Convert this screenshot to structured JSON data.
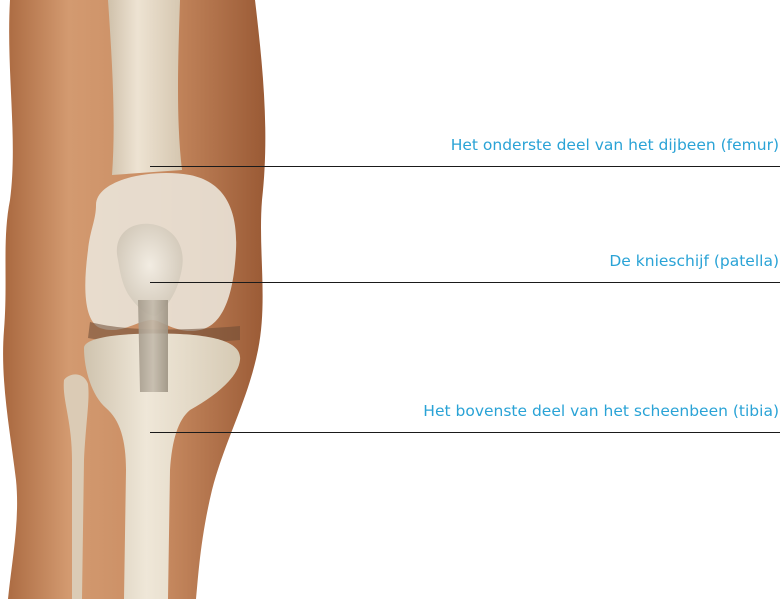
{
  "colors": {
    "label_text": "#2aa3d6",
    "leader_line": "#1a1a1a",
    "skin": "#c88a60",
    "bone": "#e6dccb",
    "background": "#ffffff"
  },
  "illustration": {
    "subject": "knee-anatomy-front-view"
  },
  "labels": [
    {
      "text": "Het onderste deel van het dijbeen (femur)"
    },
    {
      "text": "De knieschijf (patella)"
    },
    {
      "text": "Het bovenste deel van het scheenbeen (tibia)"
    }
  ]
}
